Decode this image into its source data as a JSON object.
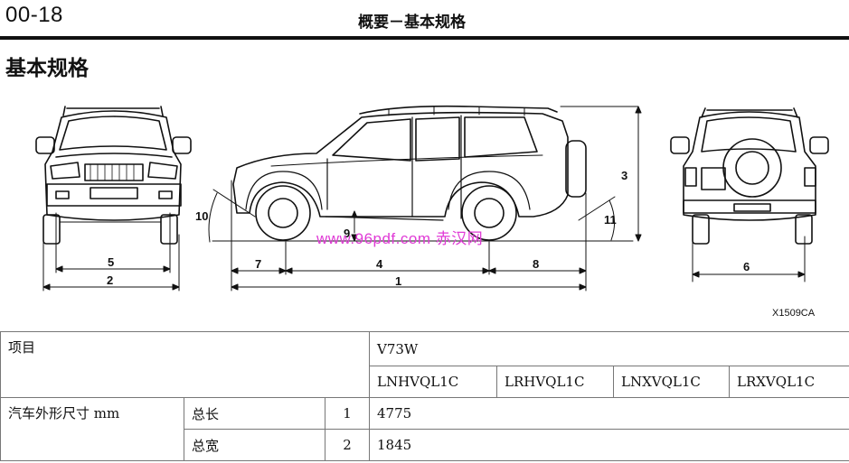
{
  "header": {
    "page_number": "00-18",
    "title": "概要－基本规格"
  },
  "section_title": "基本规格",
  "figure": {
    "code": "X1509CA",
    "dimension_labels": [
      "1",
      "2",
      "3",
      "4",
      "5",
      "6",
      "7",
      "8",
      "9",
      "10",
      "11"
    ],
    "watermark": "www.96pdf.com 赤汉网"
  },
  "table": {
    "item_header": "项目",
    "model_header": "V73W",
    "variants": [
      "LNHVQL1C",
      "LRHVQL1C",
      "LNXVQL1C",
      "LRXVQL1C"
    ],
    "group_label": "汽车外形尺寸 mm",
    "rows": [
      {
        "name": "总长",
        "no": "1",
        "value": "4775"
      },
      {
        "name": "总宽",
        "no": "2",
        "value": "1845"
      }
    ]
  }
}
